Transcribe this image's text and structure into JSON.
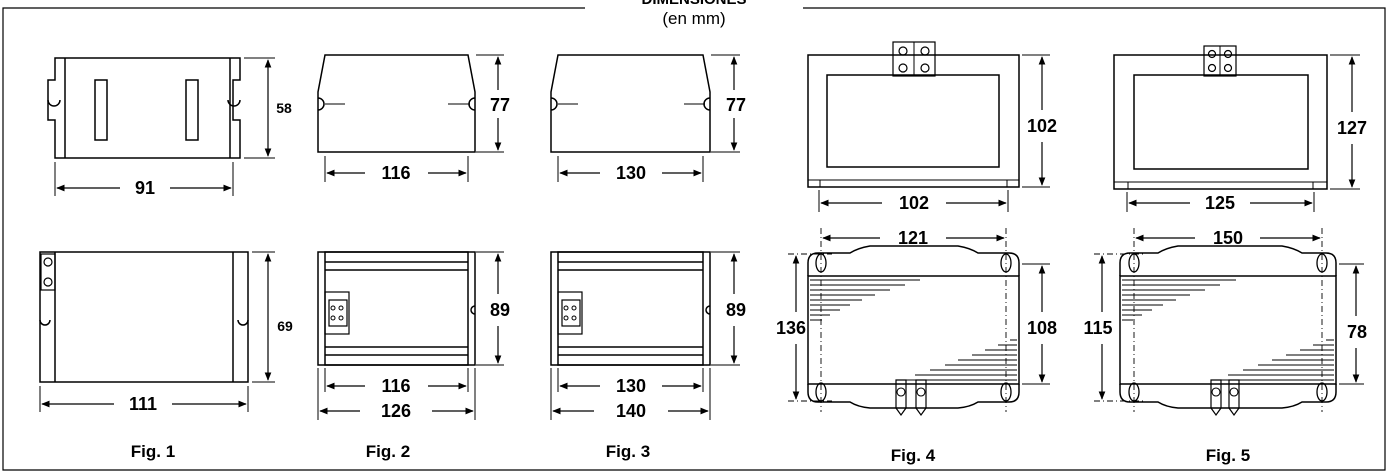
{
  "header": {
    "title": "DIMENSIONES",
    "subtitle": "(en mm)"
  },
  "figures": [
    {
      "label": "Fig. 1",
      "dims": {
        "top_width": "91",
        "top_height": "58",
        "bottom_width": "111",
        "bottom_height": "69"
      }
    },
    {
      "label": "Fig. 2",
      "dims": {
        "top_width": "116",
        "top_height": "77",
        "bottom_inner_width": "116",
        "bottom_outer_width": "126",
        "bottom_height": "89"
      }
    },
    {
      "label": "Fig. 3",
      "dims": {
        "top_width": "130",
        "top_height": "77",
        "bottom_inner_width": "130",
        "bottom_outer_width": "140",
        "bottom_height": "89"
      }
    },
    {
      "label": "Fig. 4",
      "dims": {
        "top_width": "102",
        "top_height": "102",
        "bottom_width": "121",
        "bottom_height_outer": "136",
        "bottom_height_inner": "108"
      }
    },
    {
      "label": "Fig. 5",
      "dims": {
        "top_width": "125",
        "top_height": "127",
        "bottom_width": "150",
        "bottom_height_outer": "115",
        "bottom_height_inner": "78"
      }
    }
  ]
}
